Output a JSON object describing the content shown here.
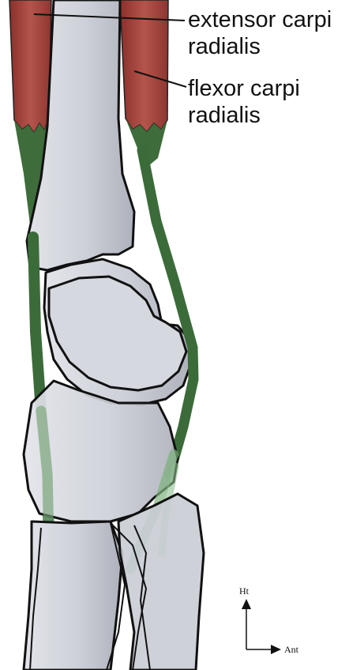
{
  "labels": {
    "extensor_line1": "extensor carpi",
    "extensor_line2": "radialis",
    "flexor_line1": "flexor carpi",
    "flexor_line2": "radialis"
  },
  "orientation": {
    "vertical": "Ht",
    "horizontal": "Ant"
  },
  "colors": {
    "muscle": "#a9473f",
    "tendon": "#3b6b39",
    "bone": "#cfd1d8",
    "outline": "#111111"
  }
}
